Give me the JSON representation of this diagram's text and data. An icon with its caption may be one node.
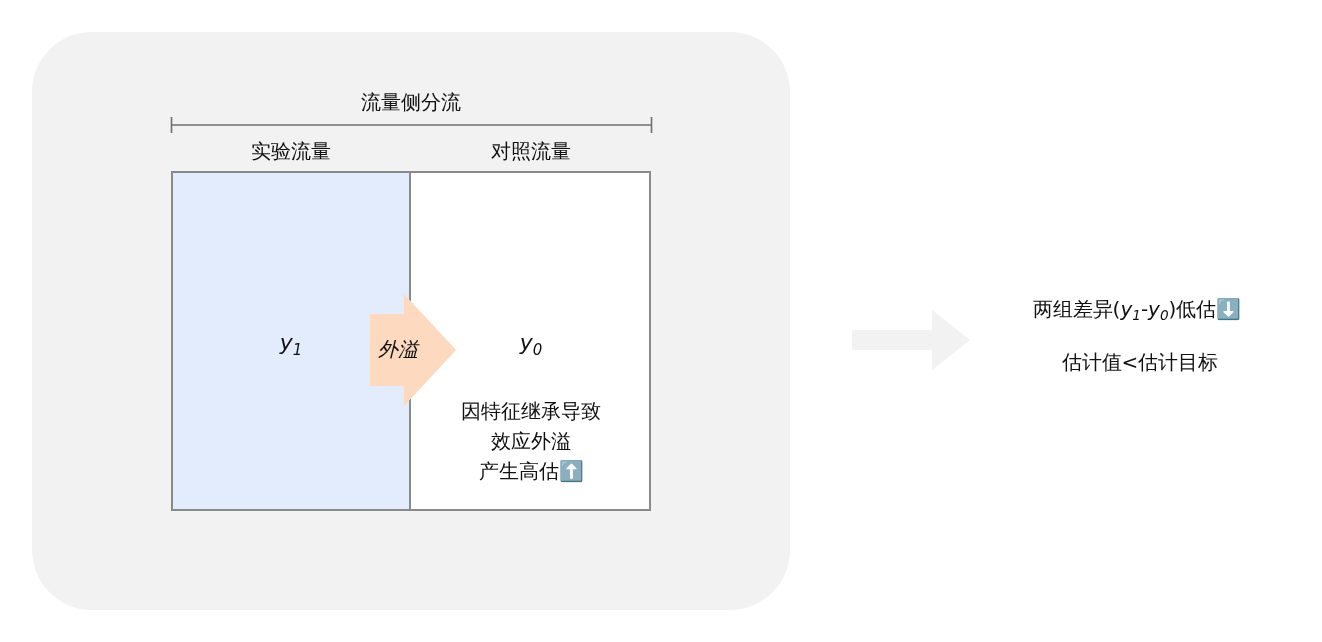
{
  "diagram": {
    "nodes": [
      {
        "text": [],
        "shape": "box"
      },
      {
        "text": [
          "实验流量",
          "y$_{1}$"
        ],
        "in": 0
      },
      {
        "text": [
          "对照流量",
          "y$_{0}$",
          "因特征继承导致效应外溢产生高估⬆️"
        ],
        "in": 0
      },
      {
        "text": [
          "两组差异(*y*$_{1}$-*y*$_{0}$)低估⬇️",
          "估计值<估计目标"
        ]
      }
    ],
    "edges": [
      {
        "from": 1,
        "to": 2,
        "arrow": "to",
        "label": "外溢",
        "style": "thick",
        "color": "#fdd9bf"
      },
      {
        "from": 0,
        "to": 3,
        "arrow": "to",
        "style": "thick",
        "color": "#f2f2f2"
      }
    ],
    "labels": [
      "流量侧分流"
    ]
  }
}
